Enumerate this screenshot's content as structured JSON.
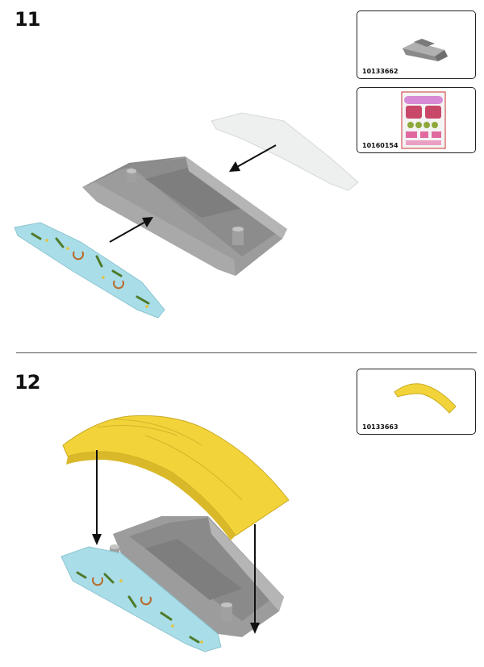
{
  "steps": [
    {
      "number": "11",
      "parts": [
        {
          "code": "10133662",
          "icon": "gray-base-piece-icon"
        },
        {
          "code": "10160154",
          "icon": "sticker-sheet-icon"
        }
      ]
    },
    {
      "number": "12",
      "parts": [
        {
          "code": "10133663",
          "icon": "yellow-roof-piece-icon"
        }
      ]
    }
  ],
  "colors": {
    "gray": "#9c9c9c",
    "gray_dark": "#7e7e7e",
    "gray_light": "#b5b5b5",
    "teal": "#a9dde8",
    "yellow": "#f2d43a",
    "white_sticker": "#eef0f0",
    "arrow": "#111111"
  }
}
